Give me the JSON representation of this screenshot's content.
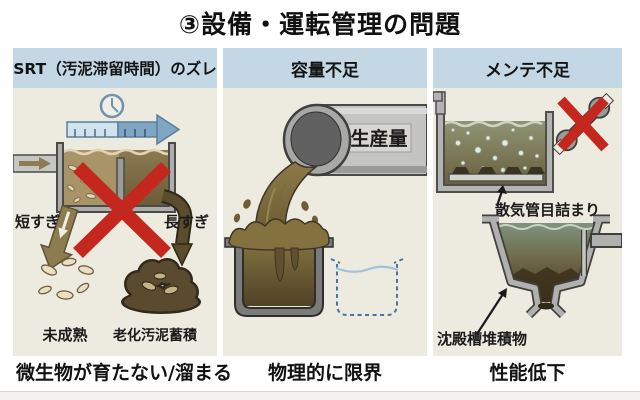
{
  "title": "③設備・運転管理の問題",
  "panels": [
    {
      "header": "SRT（汚泥滞留時間）のズレ",
      "caption": "微生物が育たない/溜まる",
      "labels": {
        "too_short": "短すぎ",
        "too_long": "長すぎ",
        "immature": "未成熟",
        "aged_sludge": "老化汚泥蓄積"
      }
    },
    {
      "header": "容量不足",
      "caption": "物理的に限界",
      "labels": {
        "production": "生産量"
      }
    },
    {
      "header": "メンテ不足",
      "caption": "性能低下",
      "labels": {
        "diffuser_clog": "散気管目詰まり",
        "settling_deposit": "沈殿槽堆積物"
      }
    }
  ],
  "icons": {
    "clock": "clock-icon",
    "timeline_arrow": "timeline-arrow",
    "red_cross": "red-cross-icon",
    "wrench": "wrench-icon"
  },
  "colors": {
    "header_bg": "#c3d8e4",
    "panel_bg": "#edeae0",
    "cross_red": "#c3271d",
    "timeline_light": "#cfe3ef",
    "timeline_dark": "#7fa6c2",
    "sludge_tan": "#a89466",
    "sludge_dark": "#594a30",
    "tank_gray": "#adadab",
    "dashed_blue": "#49759c"
  }
}
